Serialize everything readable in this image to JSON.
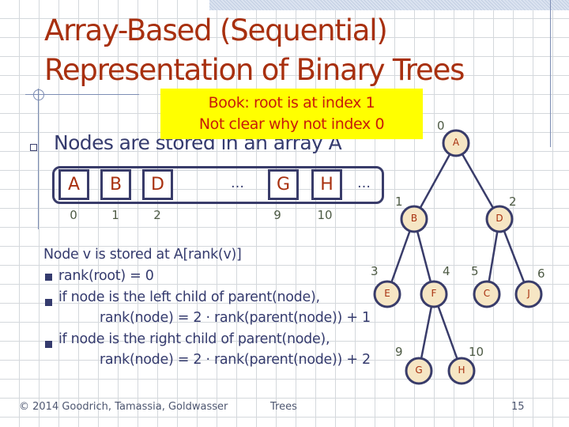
{
  "slide": {
    "title_line1": "Array-Based (Sequential)",
    "title_line2": "Representation of Binary Trees",
    "note": {
      "line1": "Book: root is at index 1",
      "line2": "Not clear why not index 0",
      "background": "#ffff00",
      "text_color": "#c81b0a"
    },
    "main_bullet": "Nodes are stored in an array A",
    "array": {
      "cells": [
        {
          "value": "A",
          "index": "0"
        },
        {
          "value": "B",
          "index": "1"
        },
        {
          "value": "D",
          "index": "2"
        },
        {
          "value": "G",
          "index": "9"
        },
        {
          "value": "H",
          "index": "10"
        }
      ],
      "ellipsis": "…"
    },
    "rules": {
      "heading": "Node v is stored at A[rank(v)]",
      "items": [
        {
          "line1": "rank(root) = 0",
          "line2": ""
        },
        {
          "line1": "if node is the left child of parent(node),",
          "line2": "rank(node) = 2 · rank(parent(node)) + 1"
        },
        {
          "line1": "if node is the right child of parent(node),",
          "line2": "rank(node) = 2 · rank(parent(node)) + 2"
        }
      ]
    },
    "tree": {
      "nodes": [
        {
          "id": "A",
          "rank": "0"
        },
        {
          "id": "B",
          "rank": "1"
        },
        {
          "id": "D",
          "rank": "2"
        },
        {
          "id": "E",
          "rank": "3"
        },
        {
          "id": "F",
          "rank": "4"
        },
        {
          "id": "C",
          "rank": "5"
        },
        {
          "id": "J",
          "rank": "6"
        },
        {
          "id": "G",
          "rank": "9"
        },
        {
          "id": "H",
          "rank": "10"
        }
      ],
      "node_fill": "#f6e6c4",
      "node_stroke": "#393c6a",
      "title_color": "#a8300f"
    },
    "footer": {
      "copyright": "© 2014 Goodrich, Tamassia, Goldwasser",
      "topic": "Trees",
      "page": "15"
    }
  }
}
